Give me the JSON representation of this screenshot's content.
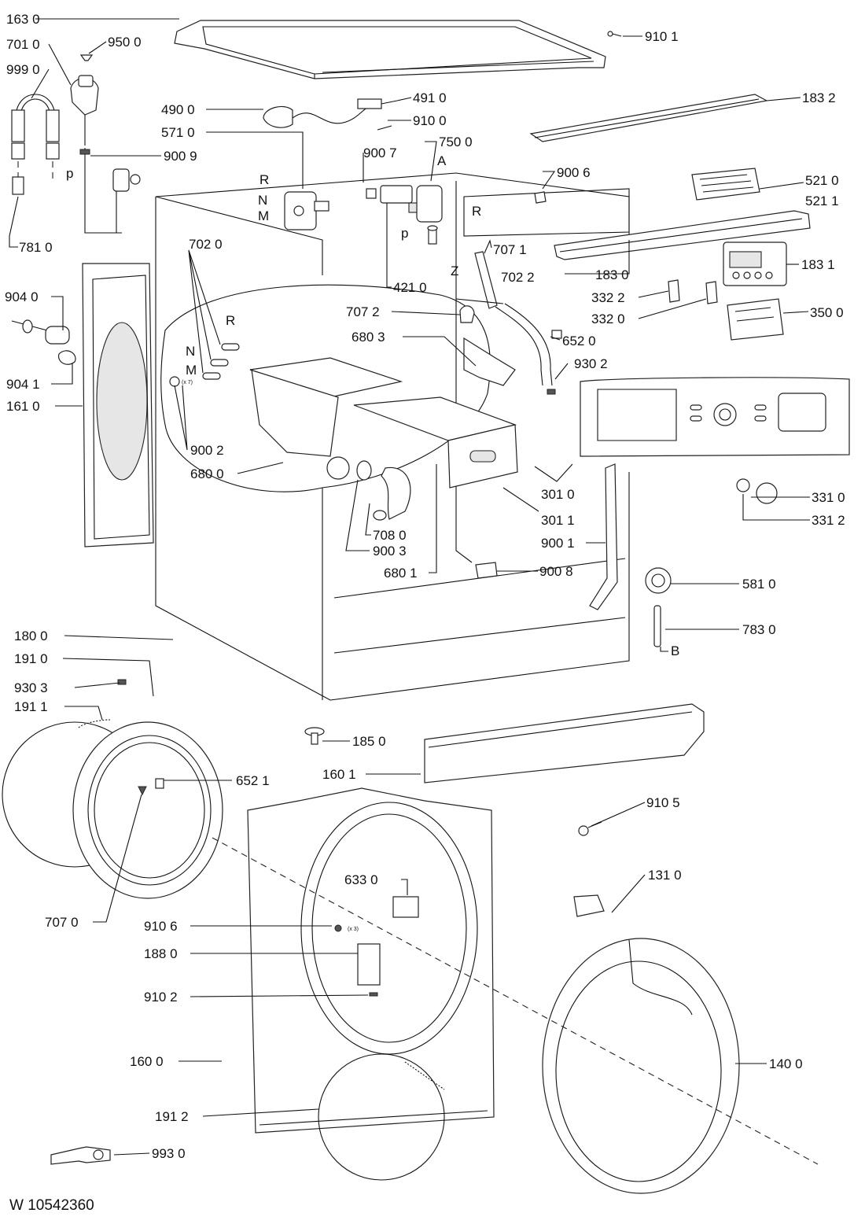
{
  "footer_code": "W 10542360",
  "parts": {
    "p1630": "163 0",
    "p9101": "910 1",
    "p7010": "701 0",
    "p9500": "950 0",
    "p9990": "999 0",
    "p4900": "490 0",
    "p4910": "491 0",
    "p1832": "183 2",
    "p5710": "571 0",
    "p9100": "910 0",
    "p9009": "900 9",
    "p9007": "900 7",
    "p7500": "750 0",
    "p9006": "900 6",
    "p5210": "521 0",
    "p5211": "521 1",
    "p7810": "781 0",
    "p7020": "702 0",
    "p7071": "707 1",
    "p4210": "421 0",
    "p1830": "183 0",
    "p1831": "183 1",
    "p9040": "904 0",
    "p3322": "332 2",
    "p7022": "702 2",
    "p7072": "707 2",
    "p3320": "332 0",
    "p3500": "350 0",
    "p6803": "680 3",
    "p6520": "652 0",
    "p9041": "904 1",
    "p9302": "930 2",
    "p1610": "161 0",
    "p9002": "900 2",
    "p6800": "680 0",
    "p3010": "301 0",
    "p3310": "331 0",
    "p3011": "301 1",
    "p3312": "331 2",
    "p7080": "708 0",
    "p9001": "900 1",
    "p9003": "900 3",
    "p6801": "680 1",
    "p9008": "900 8",
    "p5810": "581 0",
    "p1800": "180 0",
    "p7830": "783 0",
    "p1910": "191 0",
    "p9303": "930 3",
    "p1911": "191 1",
    "p1850": "185 0",
    "p6521": "652 1",
    "p1601": "160 1",
    "p9105": "910 5",
    "p6330": "633 0",
    "p1310": "131 0",
    "p7070": "707 0",
    "p9106": "910 6",
    "p1880": "188 0",
    "p9102": "910 2",
    "p1600": "160 0",
    "p1400": "140 0",
    "p1912": "191 2",
    "p9930": "993 0"
  },
  "markers": {
    "R1": "R",
    "N1": "N",
    "M1": "M",
    "P1": "p",
    "A": "A",
    "P2": "p",
    "Z": "Z",
    "R2": "R",
    "R3": "R",
    "N2": "N",
    "M2": "M",
    "B": "B"
  },
  "qty": {
    "x7": "(x 7)",
    "x3": "(x 3)"
  }
}
